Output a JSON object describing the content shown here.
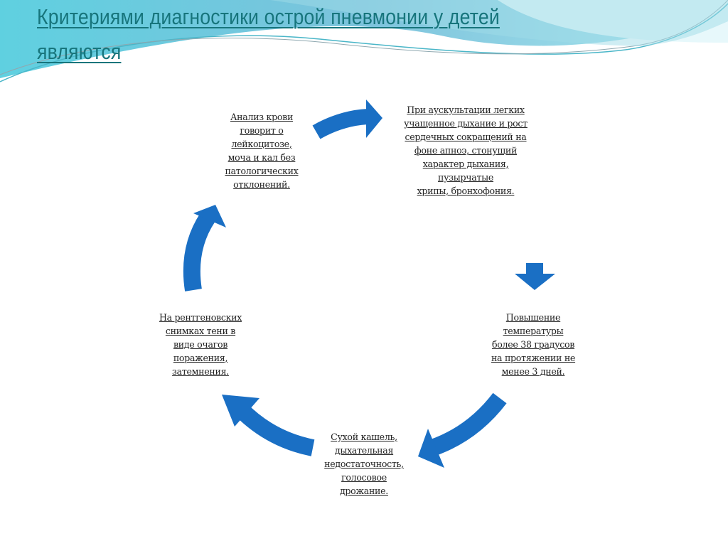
{
  "slide": {
    "title_line1": "Критериями диагностики острой пневмонии у детей",
    "title_line2": "являются",
    "accent_color": "#1a6fc4",
    "title_color": "#17757c"
  },
  "cycle": {
    "nodes": [
      {
        "id": "blood",
        "text": "Анализ крови\nговорит о\nлейкоцитозе,\nмоча и кал без\nпатологических\nотклонений."
      },
      {
        "id": "auscultation",
        "text": "При аускультации легких\nучащенное дыхание и рост\nсердечных сокращений на\nфоне апноэ, стонущий\nхарактер дыхания,\nпузырчатые\nхрипы, бронхофония."
      },
      {
        "id": "temperature",
        "text": "Повышение\nтемпературы\nболее 38 градусов\nна протяжении не\nменее 3 дней."
      },
      {
        "id": "cough",
        "text": "Сухой кашель,\nдыхательная\nнедостаточность,\nголосовое\nдрожание."
      },
      {
        "id": "xray",
        "text": "На рентгеновских\nснимках тени в\nвиде очагов\nпоражения,\nзатемнения."
      }
    ]
  }
}
